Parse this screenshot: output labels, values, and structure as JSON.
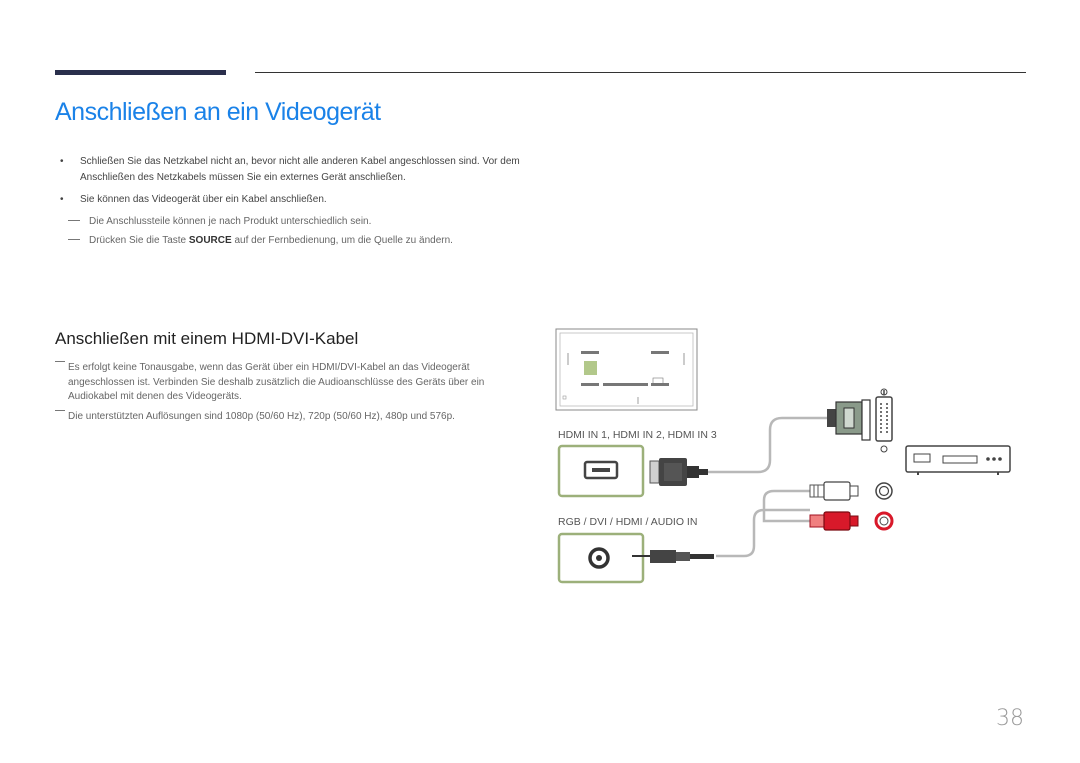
{
  "page": {
    "title": "Anschließen an ein Videogerät",
    "page_number": "38"
  },
  "intro": {
    "bullets": [
      "Schließen Sie das Netzkabel nicht an, bevor nicht alle anderen Kabel angeschlossen sind. Vor dem Anschließen des Netzkabels müssen Sie ein externes Gerät anschließen.",
      "Sie können das Videogerät über ein Kabel anschließen."
    ],
    "notes": [
      {
        "text": "Die Anschlussteile können je nach Produkt unterschiedlich sein."
      },
      {
        "before": "Drücken Sie die Taste ",
        "bold": "SOURCE",
        "after": " auf der Fernbedienung, um die Quelle zu ändern."
      }
    ]
  },
  "section": {
    "title": "Anschließen mit einem HDMI-DVI-Kabel",
    "notes": [
      "Es erfolgt keine Tonausgabe, wenn das Gerät über ein HDMI/DVI-Kabel an das Videogerät angeschlossen ist. Verbinden Sie deshalb zusätzlich die Audioanschlüsse des Geräts über ein Audiokabel mit denen des Videogeräts.",
      "Die unterstützten Auflösungen sind 1080p (50/60 Hz), 720p (50/60 Hz), 480p und 576p."
    ]
  },
  "diagram": {
    "hdmi_label": "HDMI IN 1, HDMI IN 2, HDMI IN 3",
    "audio_label": "RGB / DVI / HDMI / AUDIO IN",
    "icons": [
      "monitor-back-icon",
      "hdmi-port-icon",
      "hdmi-plug-icon",
      "dvi-plug-icon",
      "dvi-port-icon",
      "video-player-icon",
      "audio-jack-port-icon",
      "stereo-plug-icon",
      "rca-plug-white-icon",
      "rca-plug-red-icon",
      "rca-jack-white-icon",
      "rca-jack-red-icon"
    ],
    "colors": {
      "port_frame": "#9cb07a",
      "rca_red": "#d8192a",
      "cable": "#b8b8b8",
      "plug_dark": "#3a3a3a",
      "plug_body": "#6f8f6f"
    }
  }
}
